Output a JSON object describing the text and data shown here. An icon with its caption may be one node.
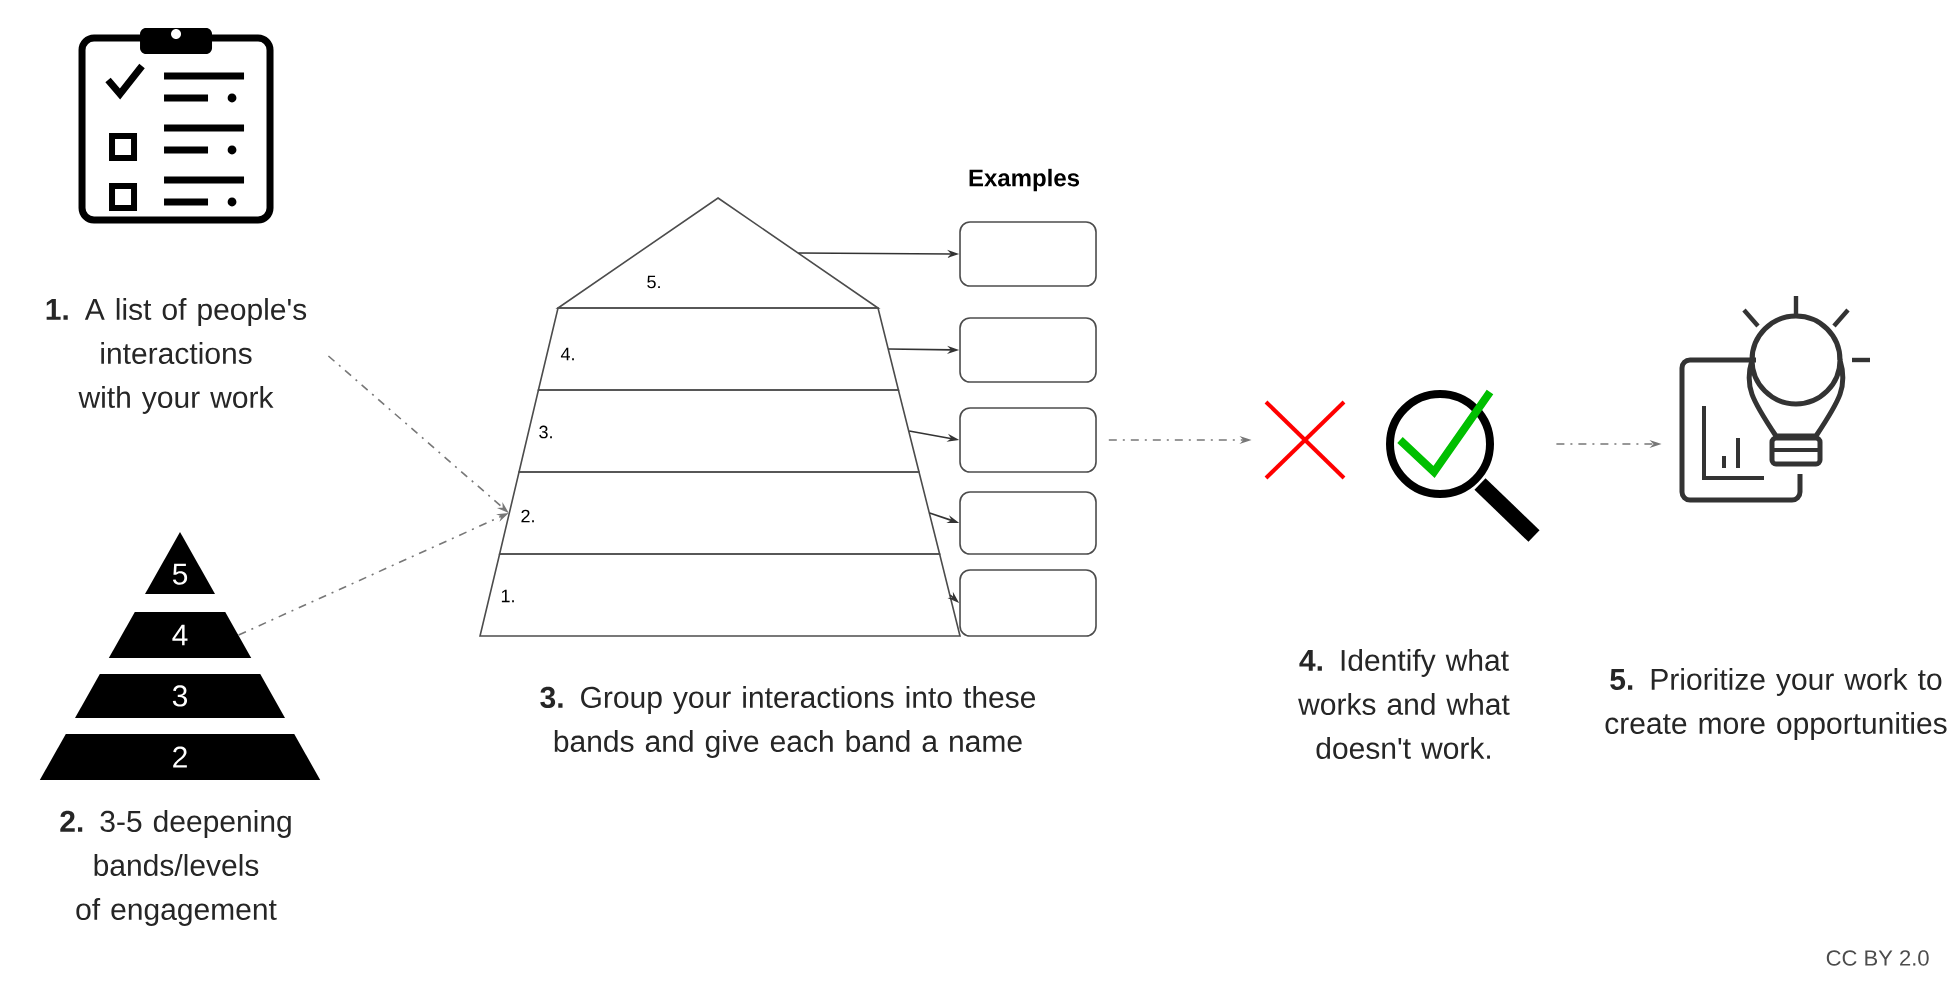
{
  "diagram": {
    "nodes": [
      {
        "text": [
          "**1.** A list of people's interactions with your work"
        ]
      },
      {
        "text": [
          "5"
        ]
      },
      {
        "text": [
          "4"
        ]
      },
      {
        "text": [
          "3"
        ]
      },
      {
        "text": [
          "2"
        ],
        "beside": [
          "**2.**  3-5 deepening bands/levels of engagement"
        ]
      },
      {
        "text": [
          "5."
        ]
      },
      {
        "text": [
          "4."
        ]
      },
      {
        "text": [
          "3."
        ]
      },
      {
        "text": [
          "2."
        ]
      },
      {
        "text": [
          "1."
        ],
        "beside": [
          "**3.** Group your interactions into these bands and give each band a name"
        ]
      },
      {
        "text": [],
        "shape": "box"
      },
      {
        "text": [],
        "shape": "box"
      },
      {
        "text": [],
        "shape": "box"
      },
      {
        "text": [],
        "shape": "box"
      },
      {
        "text": [],
        "shape": "box"
      },
      {
        "text": [],
        "shape": "picture"
      },
      {
        "text": [],
        "shape": "picture"
      },
      {
        "text": [],
        "shape": "picture"
      }
    ],
    "edges": [
      {
        "from": 0,
        "to": 8,
        "arrow": "to",
        "style": "dashed",
        "color": "#777777"
      },
      {
        "from": 2,
        "to": 8,
        "arrow": "to",
        "style": "dashed",
        "color": "#777777"
      },
      {
        "from": 5,
        "to": 10,
        "arrow": "to"
      },
      {
        "from": 6,
        "to": 11,
        "arrow": "to"
      },
      {
        "from": 7,
        "to": 12,
        "arrow": "to"
      },
      {
        "from": 8,
        "to": 13,
        "arrow": "to"
      },
      {
        "from": 9,
        "to": 14,
        "arrow": "to"
      },
      {
        "from": 12,
        "to": 15,
        "arrow": "to",
        "style": "dashed",
        "color": "#777777"
      },
      {
        "from": 16,
        "to": 17,
        "arrow": "to",
        "style": "dashed",
        "color": "#777777"
      }
    ],
    "labels": [
      "Examples",
      "**4.** Identify what works and what doesn't work.",
      "**5.** Prioritize your work to create more opportunities",
      "CC BY 2.0"
    ]
  }
}
